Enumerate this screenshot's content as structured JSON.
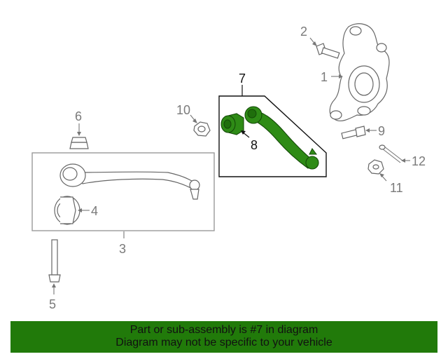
{
  "callouts": {
    "c1": "1",
    "c2": "2",
    "c3": "3",
    "c4": "4",
    "c5": "5",
    "c6": "6",
    "c7": "7",
    "c8": "8",
    "c9": "9",
    "c10": "10",
    "c11": "11",
    "c12": "12"
  },
  "highlight": {
    "part_number": "7",
    "color": "#2e8b16"
  },
  "banner": {
    "line1": "Part or sub-assembly is #7 in diagram",
    "line2": "Diagram may not be specific to your vehicle",
    "background": "#217a0a"
  }
}
